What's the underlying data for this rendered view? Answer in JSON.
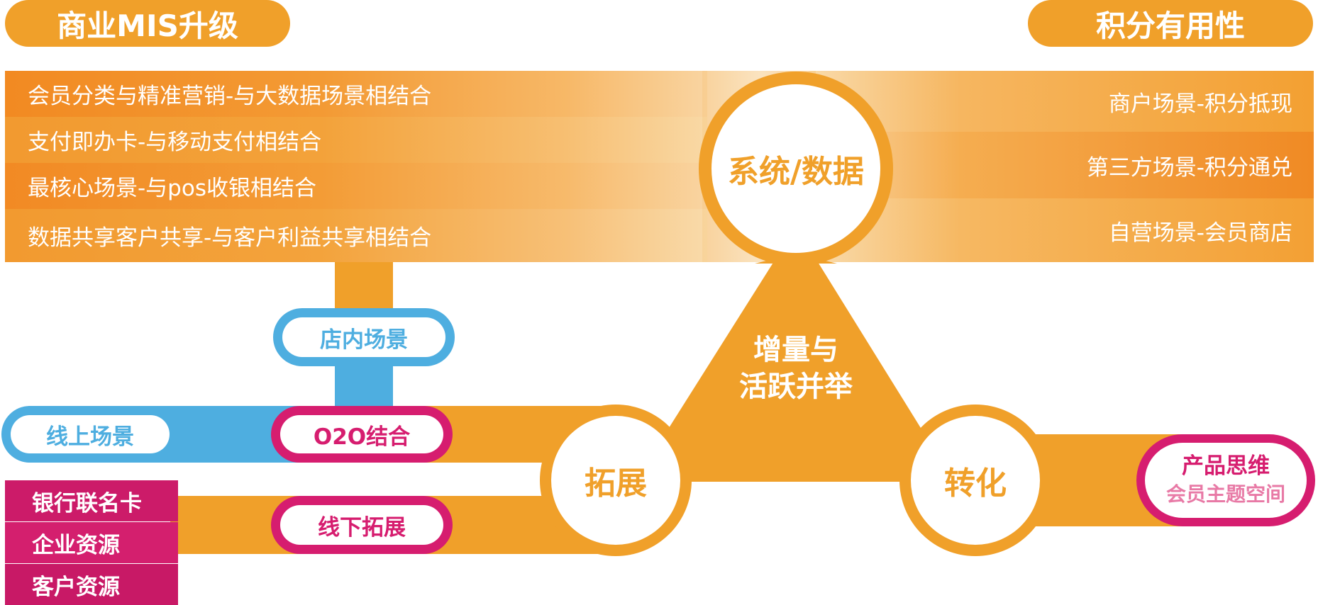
{
  "titles": {
    "left": "商业MIS升级",
    "right": "积分有用性"
  },
  "left_items": [
    "会员分类与精准营销-与大数据场景相结合",
    "支付即办卡-与移动支付相结合",
    "最核心场景-与pos收银相结合",
    "数据共享客户共享-与客户利益共享相结合"
  ],
  "right_items": [
    "商户场景-积分抵现",
    "第三方场景-积分通兑",
    "自营场景-会员商店"
  ],
  "hub": {
    "top": "系统/数据",
    "center_line1": "增量与",
    "center_line2": "活跃并举",
    "left": "拓展",
    "right": "转化"
  },
  "scenes": {
    "in_store": "店内场景",
    "online": "线上场景",
    "o2o": "O2O结合",
    "offline": "线下拓展"
  },
  "product": {
    "line1": "产品思维",
    "line2": "会员主题空间"
  },
  "side_items": [
    "银行联名卡",
    "企业资源",
    "客户资源"
  ],
  "colors": {
    "orange": "#f0a02a",
    "blue": "#4eaee0",
    "pink": "#d61d6f",
    "light_pink": "#e87aa6"
  }
}
